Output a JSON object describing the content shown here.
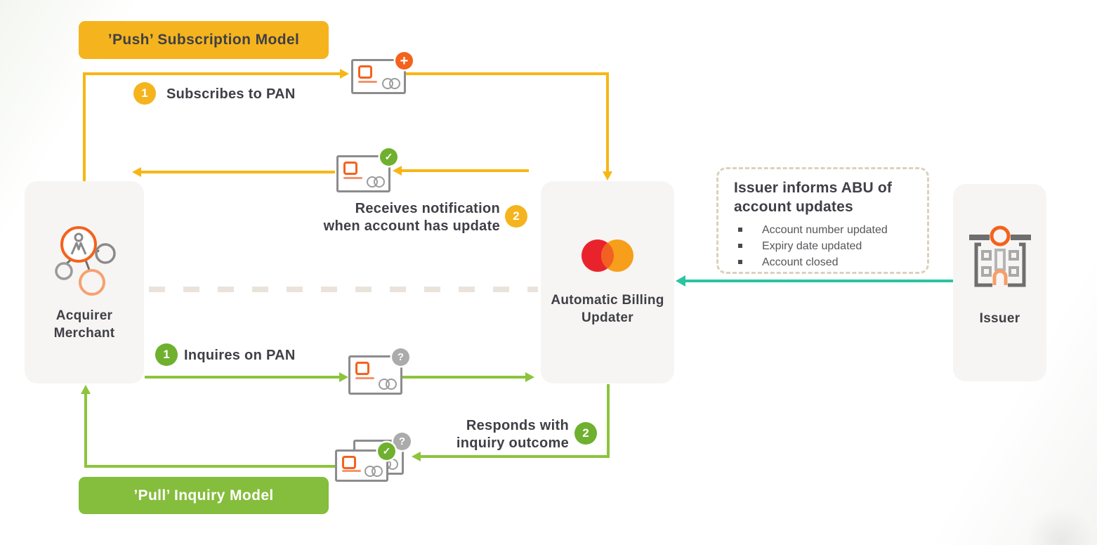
{
  "banners": {
    "push": "’Push’ Subscription Model",
    "pull": "’Pull’ Inquiry Model"
  },
  "entities": {
    "acquirer": {
      "line1": "Acquirer",
      "line2": "Merchant"
    },
    "abu": {
      "line1": "Automatic Billing",
      "line2": "Updater"
    },
    "issuer": {
      "label": "Issuer"
    }
  },
  "steps": {
    "push_step1": {
      "num": "1",
      "label": "Subscribes to PAN"
    },
    "push_step2": {
      "num": "2",
      "line1": "Receives notification",
      "line2": "when account has update"
    },
    "pull_step1": {
      "num": "1",
      "label": "Inquires on PAN"
    },
    "pull_step2": {
      "num": "2",
      "line1": "Responds with",
      "line2": "inquiry outcome"
    }
  },
  "info_box": {
    "title_line1": "Issuer informs ABU of",
    "title_line2": "account updates",
    "bullets": [
      "Account number updated",
      "Expiry date updated",
      "Account closed"
    ]
  },
  "badges": {
    "plus": "+",
    "check": "✓",
    "question": "?"
  },
  "colors": {
    "yellow": "#F8B615",
    "yellow_banner": "#F5B41D",
    "green": "#8CC43C",
    "green_banner": "#85BD3C",
    "green_dark": "#6FB02E",
    "teal": "#2BC4A2",
    "orange": "#F4621D",
    "orange_light": "#F6936C",
    "gray_badge": "#ABABAB",
    "card_border": "#8C8C8E",
    "box_bg": "#F6F5F3",
    "dark_text": "#3F3F46",
    "body_text": "#55565A",
    "dash_line": "#EAE3DC",
    "dash_border": "#DBD1BC",
    "mc_red": "#E9232C",
    "mc_orange": "#F79E1B",
    "mc_overlap": "#F26122"
  }
}
